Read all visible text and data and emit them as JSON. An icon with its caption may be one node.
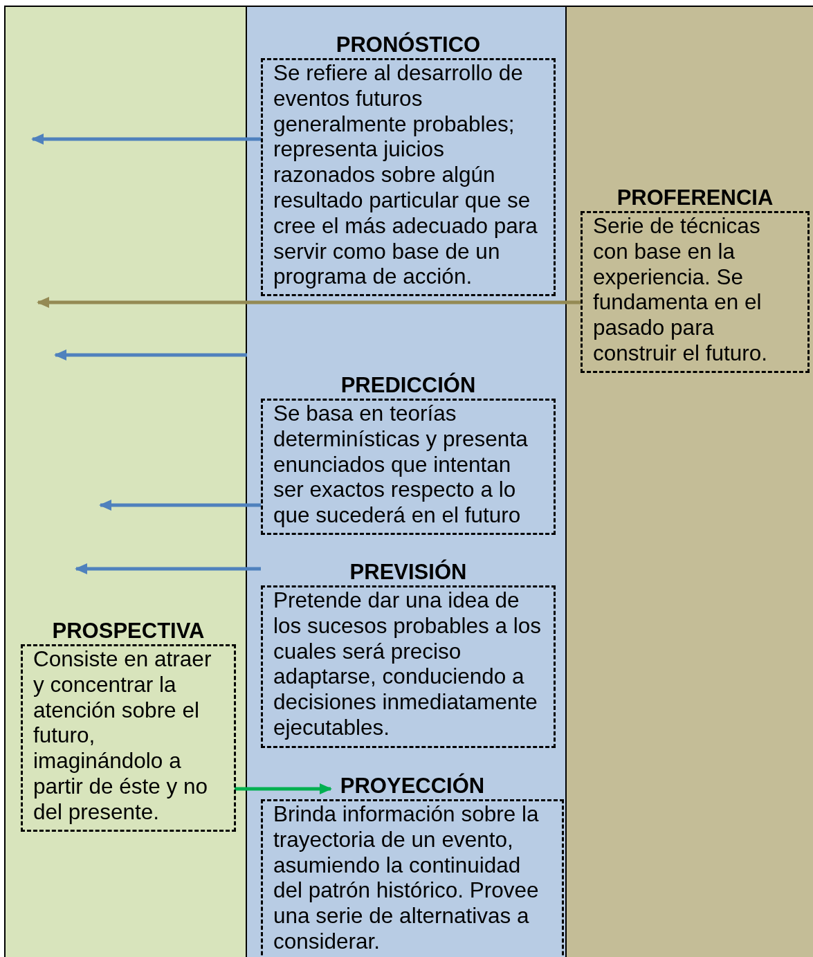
{
  "diagram": {
    "nodes": [
      {
        "text": [],
        "shape": "band"
      },
      {
        "text": [],
        "shape": "band"
      },
      {
        "text": [],
        "shape": "band"
      },
      {
        "text": [
          "PRONÓSTICO",
          "Se refiere al desarrollo de eventos futuros generalmente probables; representa juicios razonados sobre algún resultado particular que se cree el más adecuado para servir como base de un programa de acción."
        ],
        "in": 1
      },
      {
        "text": [
          "PROFERENCIA",
          "Serie de técnicas con base en la experiencia. Se fundamenta en el pasado para construir el futuro."
        ],
        "in": 2
      },
      {
        "text": [
          "PREDICCIÓN",
          "Se basa en teorías determinísticas y presenta enunciados que intentan ser exactos respecto a lo que sucederá en el futuro"
        ],
        "in": 1
      },
      {
        "text": [
          "PREVISIÓN",
          "Pretende dar una idea de los sucesos probables a los cuales será preciso adaptarse, conduciendo a decisiones inmediatamente ejecutables."
        ],
        "in": 1
      },
      {
        "text": [
          "PROSPECTIVA",
          "Consiste en atraer y concentrar la atención sobre el futuro, imaginándolo a partir de éste y no del presente."
        ],
        "in": 0
      },
      {
        "text": [
          "PROYECCIÓN",
          "Brinda información sobre la trayectoria de un evento, asumiendo la continuidad del patrón histórico. Provee una serie de alternativas a considerar."
        ],
        "in": 1
      }
    ],
    "edges": [
      {
        "from": 3,
        "to": 0,
        "arrow": "to"
      },
      {
        "from": 4,
        "to": 0,
        "arrow": "to",
        "color": "#948a54"
      },
      {
        "from": 1,
        "to": null,
        "arrow": "to"
      },
      {
        "from": 5,
        "to": null,
        "arrow": "to"
      },
      {
        "from": 6,
        "to": null,
        "arrow": "to"
      },
      {
        "from": 7,
        "to": 8,
        "arrow": "to",
        "color": "#00b050"
      }
    ]
  }
}
